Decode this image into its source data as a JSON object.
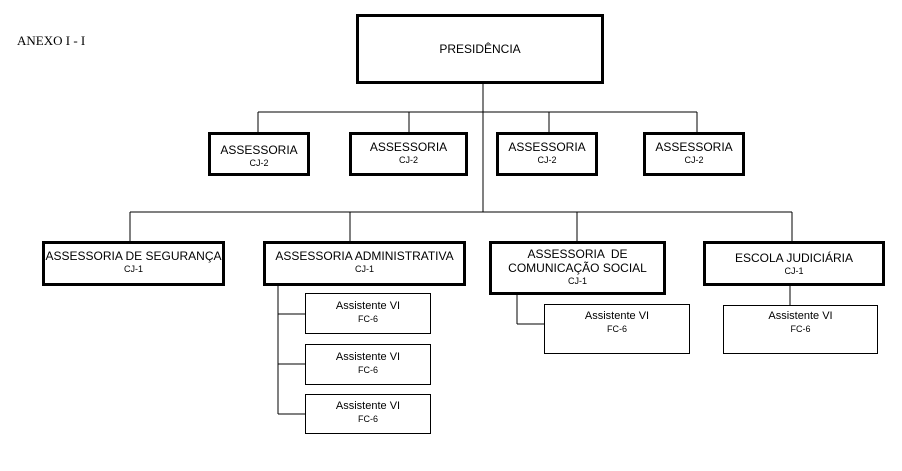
{
  "annex_label": "ANEXO I - I",
  "presidencia": {
    "title": "PRESIDÊNCIA"
  },
  "assessorias": [
    {
      "title": "ASSESSORIA",
      "code": "CJ-2"
    },
    {
      "title": "ASSESSORIA",
      "code": "CJ-2"
    },
    {
      "title": "ASSESSORIA",
      "code": "CJ-2"
    },
    {
      "title": "ASSESSORIA",
      "code": "CJ-2"
    }
  ],
  "departments": [
    {
      "title": "ASSESSORIA DE SEGURANÇA",
      "code": "CJ-1"
    },
    {
      "title": "ASSESSORIA ADMINISTRATIVA",
      "code": "CJ-1"
    },
    {
      "title_line1": "ASSESSORIA  DE",
      "title_line2": "COMUNICAÇÃO SOCIAL",
      "code": "CJ-1"
    },
    {
      "title": "ESCOLA JUDICIÁRIA",
      "code": "CJ-1"
    }
  ],
  "assistants": [
    {
      "title": "Assistente VI",
      "code": "FC-6"
    },
    {
      "title": "Assistente VI",
      "code": "FC-6"
    },
    {
      "title": "Assistente VI",
      "code": "FC-6"
    },
    {
      "title": "Assistente VI",
      "code": "FC-6"
    },
    {
      "title": "Assistente VI",
      "code": "FC-6"
    }
  ]
}
